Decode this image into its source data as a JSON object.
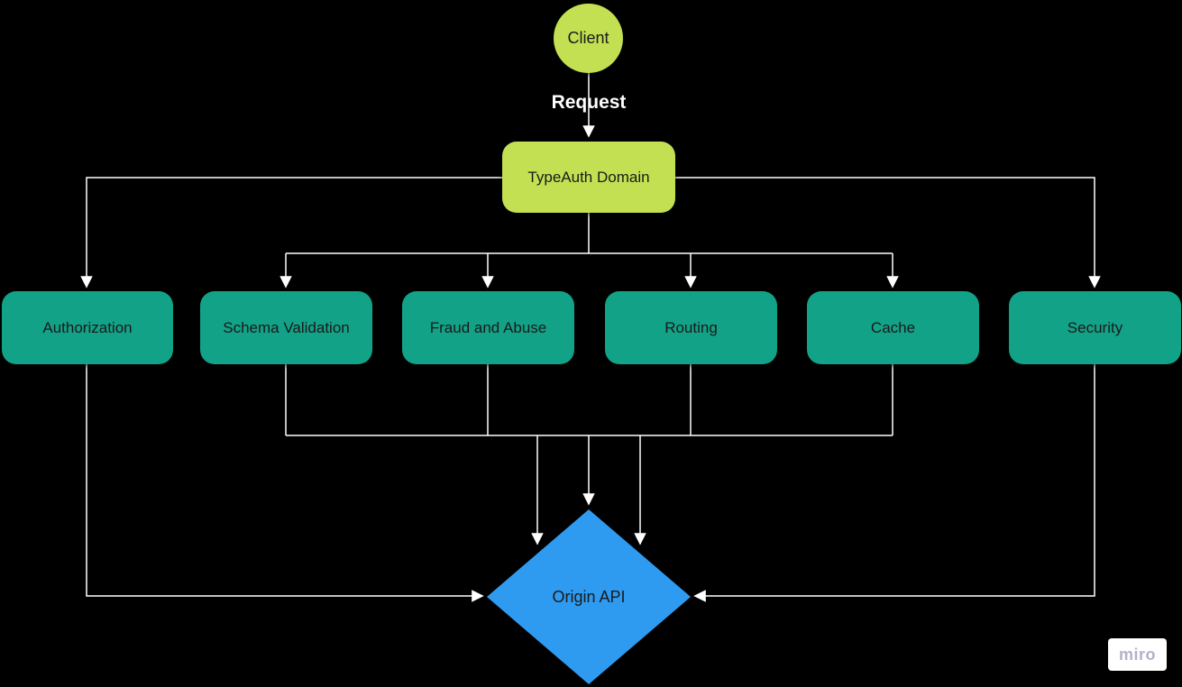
{
  "nodes": {
    "client": {
      "label": "Client",
      "shape": "circle",
      "fill": "#c3e052"
    },
    "typeauth": {
      "label": "TypeAuth Domain",
      "shape": "rounded-rect",
      "fill": "#c3e052"
    },
    "middle": [
      {
        "id": "authorization",
        "label": "Authorization",
        "fill": "#12a287"
      },
      {
        "id": "schema-validation",
        "label": "Schema Validation",
        "fill": "#12a287"
      },
      {
        "id": "fraud-and-abuse",
        "label": "Fraud and Abuse",
        "fill": "#12a287"
      },
      {
        "id": "routing",
        "label": "Routing",
        "fill": "#12a287"
      },
      {
        "id": "cache",
        "label": "Cache",
        "fill": "#12a287"
      }
    ],
    "security": {
      "label": "Security",
      "fill": "#12a287"
    },
    "origin": {
      "label": "Origin API",
      "shape": "diamond",
      "fill": "#2f9bf0"
    }
  },
  "edge_labels": {
    "request": "Request"
  },
  "watermark": {
    "label": "miro",
    "bg": "#ffffff",
    "text_color": "#b5b2c8"
  },
  "colors": {
    "background": "#000000",
    "connector": "#ffffff",
    "node_text": "#1a1a1a",
    "edge_label_text": "#ffffff"
  }
}
